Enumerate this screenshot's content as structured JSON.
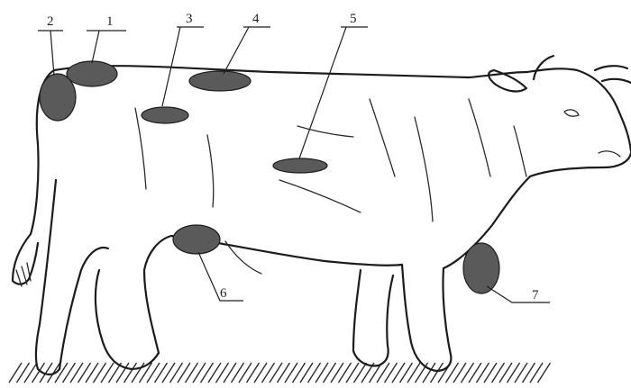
{
  "figure": {
    "labels": [
      {
        "id": "1",
        "text": "1"
      },
      {
        "id": "2",
        "text": "2"
      },
      {
        "id": "3",
        "text": "3"
      },
      {
        "id": "4",
        "text": "4"
      },
      {
        "id": "5",
        "text": "5"
      },
      {
        "id": "6",
        "text": "6"
      },
      {
        "id": "7",
        "text": "7"
      }
    ],
    "colors": {
      "ink": "#1c1c1c",
      "shading": "#5a5a5a",
      "paper": "#ffffff"
    }
  }
}
